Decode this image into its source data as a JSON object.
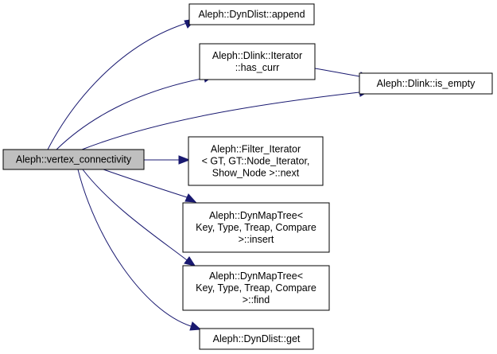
{
  "diagram": {
    "type": "call-graph",
    "edge_color": "#191970",
    "root_fill": "#bfbfbf",
    "node_fill": "#ffffff",
    "nodes": [
      {
        "id": "vertex_connectivity",
        "lines": [
          "Aleph::vertex_connectivity"
        ],
        "root": true
      },
      {
        "id": "append",
        "lines": [
          "Aleph::DynDlist::append"
        ]
      },
      {
        "id": "has_curr",
        "lines": [
          "Aleph::Dlink::Iterator",
          "::has_curr"
        ]
      },
      {
        "id": "is_empty",
        "lines": [
          "Aleph::Dlink::is_empty"
        ]
      },
      {
        "id": "filter_next",
        "lines": [
          "Aleph::Filter_Iterator",
          "< GT, GT::Node_Iterator,",
          "Show_Node >::next"
        ]
      },
      {
        "id": "dmt_insert",
        "lines": [
          "Aleph::DynMapTree<",
          "Key, Type, Treap, Compare",
          ">::insert"
        ]
      },
      {
        "id": "dmt_find",
        "lines": [
          "Aleph::DynMapTree<",
          "Key, Type, Treap, Compare",
          ">::find"
        ]
      },
      {
        "id": "get",
        "lines": [
          "Aleph::DynDlist::get"
        ]
      }
    ],
    "edges": [
      {
        "from": "vertex_connectivity",
        "to": "append"
      },
      {
        "from": "vertex_connectivity",
        "to": "has_curr"
      },
      {
        "from": "vertex_connectivity",
        "to": "is_empty"
      },
      {
        "from": "vertex_connectivity",
        "to": "filter_next"
      },
      {
        "from": "vertex_connectivity",
        "to": "dmt_insert"
      },
      {
        "from": "vertex_connectivity",
        "to": "dmt_find"
      },
      {
        "from": "vertex_connectivity",
        "to": "get"
      },
      {
        "from": "has_curr",
        "to": "is_empty"
      }
    ]
  }
}
